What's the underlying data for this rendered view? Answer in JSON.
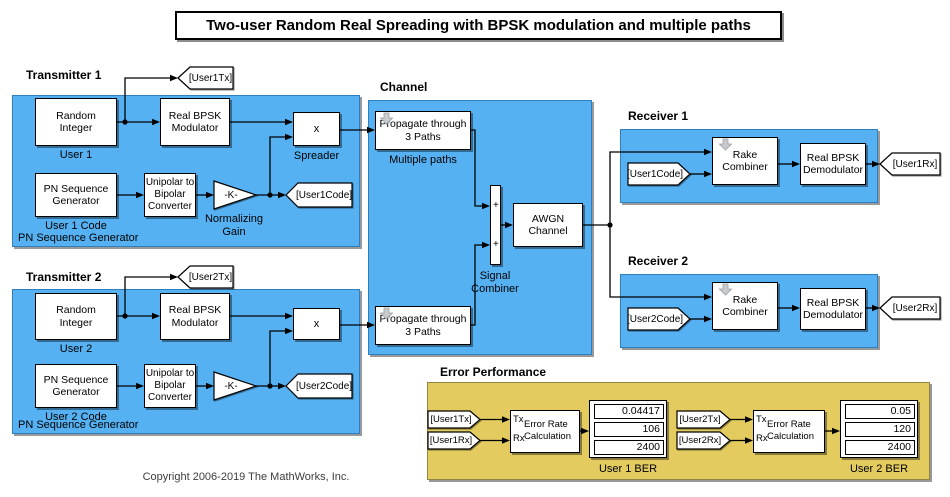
{
  "title": "Two-user Random Real Spreading with BPSK modulation and multiple paths",
  "copyright": "Copyright 2006-2019 The MathWorks, Inc.",
  "colors": {
    "area_blue": "#55B1F2",
    "area_blue_border": "#2F7FBF",
    "area_yellow": "#E3CB5F",
    "area_yellow_border": "#8F8643",
    "block_fill": "#FFFFFF",
    "wire": "#000000",
    "icon_gray": "#C7CBCE"
  },
  "areas": {
    "transmitter1": {
      "label": "Transmitter 1",
      "corner_label": "PN Sequence Generator"
    },
    "transmitter2": {
      "label": "Transmitter 2",
      "corner_label": "PN Sequence Generator"
    },
    "channel": {
      "label": "Channel"
    },
    "receiver1": {
      "label": "Receiver 1"
    },
    "receiver2": {
      "label": "Receiver 2"
    },
    "error_performance": {
      "label": "Error Performance"
    }
  },
  "blocks": {
    "random_integer": {
      "line1": "Random",
      "line2": "Integer"
    },
    "bpsk_modulator": {
      "line1": "Real BPSK",
      "line2": "Modulator"
    },
    "spreader": {
      "symbol": "x",
      "label": "Spreader"
    },
    "pn_generator": {
      "line1": "PN Sequence",
      "line2": "Generator"
    },
    "unipolar": {
      "line1": "Unipolar to",
      "line2": "Bipolar",
      "line3": "Converter"
    },
    "gain": {
      "symbol": "-K-",
      "label_line1": "Normalizing",
      "label_line2": "Gain"
    },
    "propagate": {
      "line1": "Propagate through",
      "line2": "3 Paths",
      "label": "Multiple paths"
    },
    "combiner": {
      "plus1": "+",
      "plus2": "+",
      "label_line1": "Signal",
      "label_line2": "Combiner"
    },
    "awgn": {
      "line1": "AWGN",
      "line2": "Channel"
    },
    "rake": {
      "line1": "Rake",
      "line2": "Combiner"
    },
    "bpsk_demodulator": {
      "line1": "Real BPSK",
      "line2": "Demodulator"
    },
    "error_rate": {
      "port_tx": "Tx",
      "port_rx": "Rx",
      "line1": "Error Rate",
      "line2": "Calculation"
    },
    "display_user1": {
      "values": [
        "0.04417",
        "106",
        "2400"
      ],
      "label": "User 1 BER"
    },
    "display_user2": {
      "values": [
        "0.05",
        "120",
        "2400"
      ],
      "label": "User 2 BER"
    }
  },
  "block_captions": {
    "user1": "User 1",
    "user2": "User 2",
    "user1_code": "User 1 Code",
    "user2_code": "User 2 Code"
  },
  "tags": {
    "user1tx": "[User1Tx]",
    "user1rx": "[User1Rx]",
    "user1code": "[User1Code]",
    "user2tx": "[User2Tx]",
    "user2rx": "[User2Rx]",
    "user2code": "[User2Code]"
  }
}
